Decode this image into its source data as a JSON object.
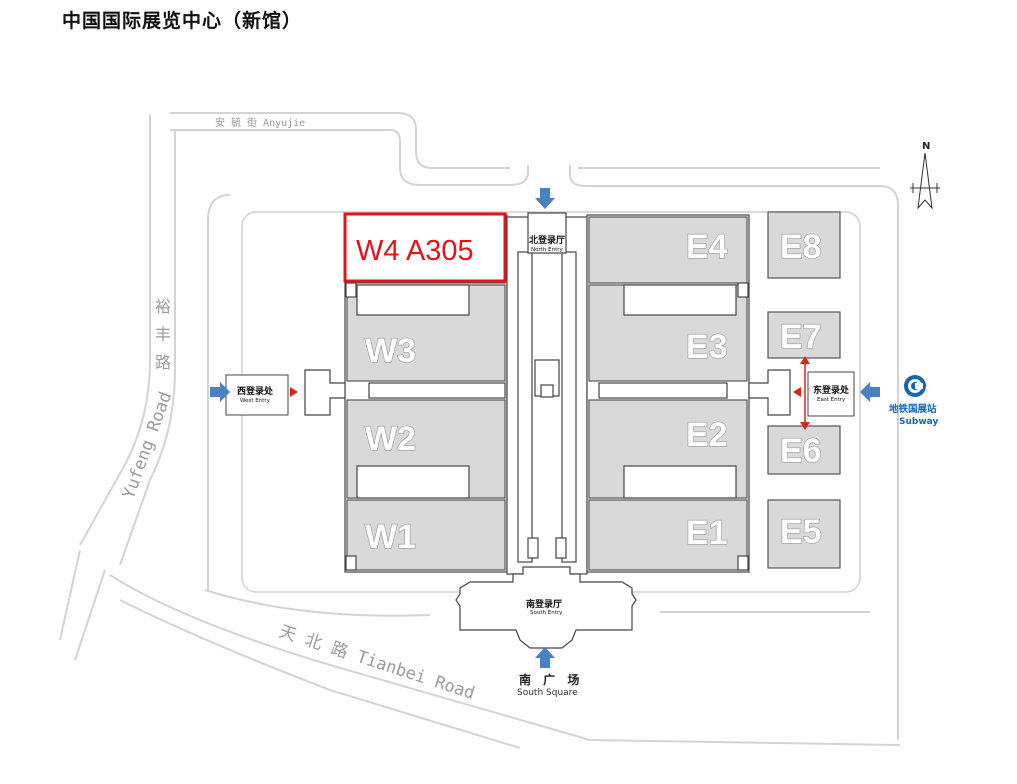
{
  "title": "中国国际展览中心（新馆）",
  "booth": {
    "label": "W4 A305",
    "highlight_color": "#e0141b"
  },
  "halls": {
    "w1": "W1",
    "w2": "W2",
    "w3": "W3",
    "e1": "E1",
    "e2": "E2",
    "e3": "E3",
    "e4": "E4",
    "e5": "E5",
    "e6": "E6",
    "e7": "E7",
    "e8": "E8"
  },
  "entries": {
    "north": {
      "cn": "北登录厅",
      "en": "North Entry"
    },
    "south": {
      "cn": "南登录厅",
      "en": "South Entry"
    },
    "west": {
      "cn": "西登录处",
      "en": "West Entry"
    },
    "east": {
      "cn": "东登录处",
      "en": "East Entry"
    }
  },
  "roads": {
    "anyujie": "安 毓 街 Anyujie",
    "yufeng_cn": [
      "裕",
      "丰",
      "路"
    ],
    "yufeng_en": "Yufeng Road",
    "tianbei": "天 北 路 Tianbei Road"
  },
  "south_square": {
    "cn": "南 广 场",
    "en": "South Square"
  },
  "subway": {
    "cn": "地铁国展站",
    "en": "Subway",
    "color": "#1565b7"
  },
  "compass": {
    "label": "N"
  },
  "colors": {
    "hall_fill": "#d9d9d9",
    "arrow_blue": "#4a7fc2",
    "arrow_red": "#d9261c"
  }
}
